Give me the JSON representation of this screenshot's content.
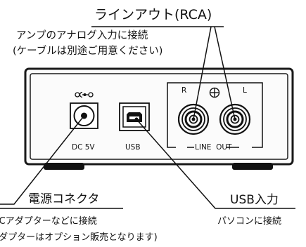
{
  "line_out_callout": {
    "title": "ラインアウト(RCA)",
    "desc_line1": "アンプのアナログ入力に接続",
    "desc_line2": "(ケーブルは別途ご用意ください)"
  },
  "power_callout": {
    "title": "電源コネクタ",
    "desc_line1": "ACアダプターなどに接続",
    "desc_line2": "(アダプターはオプション販売となります)"
  },
  "usb_callout": {
    "title": "USB入力",
    "desc_line1": "パソコンに接続"
  },
  "panel": {
    "dc_label": "DC 5V",
    "usb_label": "USB",
    "rca_right": "R",
    "rca_left": "L",
    "line_out_group": "LINE  OUT"
  }
}
